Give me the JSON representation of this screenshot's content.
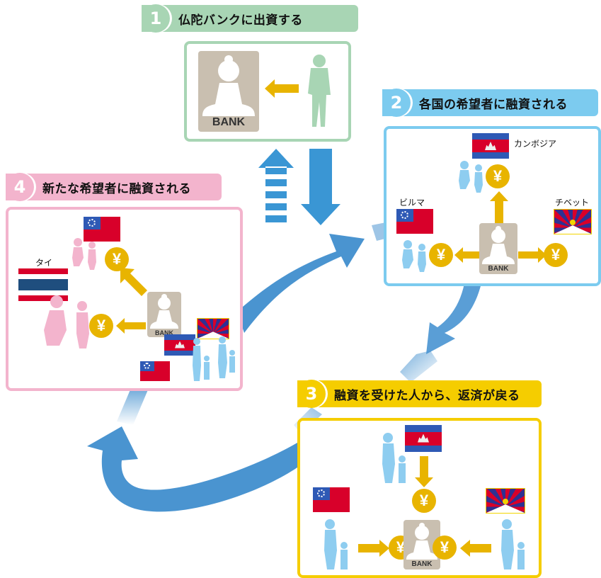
{
  "steps": [
    {
      "number": "1",
      "title": "仏陀バンクに出資する",
      "color": "#a8d5b4"
    },
    {
      "number": "2",
      "title": "各国の希望者に融資される",
      "color": "#7ccbef"
    },
    {
      "number": "3",
      "title": "融資を受けた人から、返済が戻る",
      "color": "#f5cd00"
    },
    {
      "number": "4",
      "title": "新たな希望者に融資される",
      "color": "#f3b4cd"
    }
  ],
  "bank_label": "BANK",
  "currency_symbol": "¥",
  "countries": {
    "cambodia": "カンボジア",
    "burma": "ビルマ",
    "tibet": "チベット",
    "thailand": "タイ"
  },
  "colors": {
    "flow_arrow": "#4a94d0",
    "money_arrow": "#e8b400",
    "bank_bg": "#c9bfb0",
    "investor": "#a8d5b4",
    "borrower_blue": "#8ecdf0",
    "borrower_pink": "#f3b4cd"
  }
}
